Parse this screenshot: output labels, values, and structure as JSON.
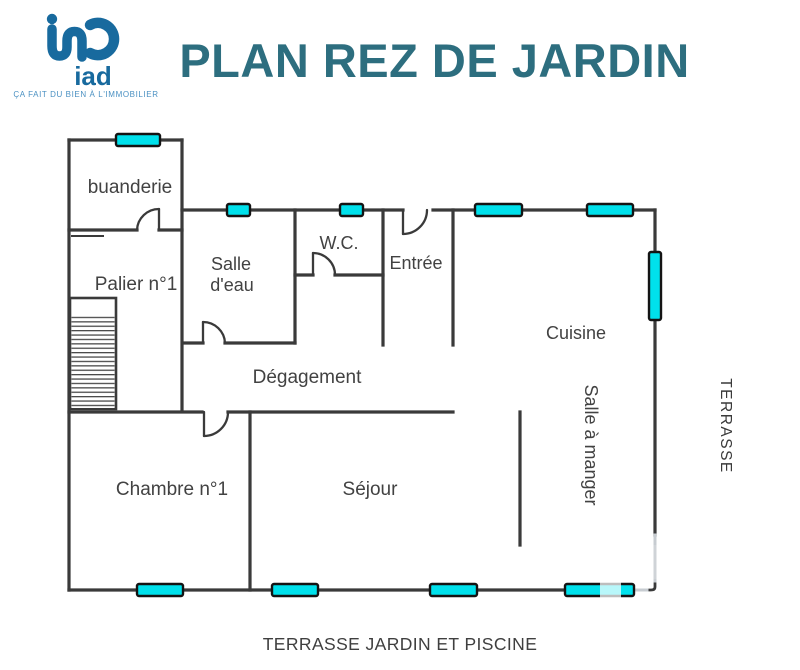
{
  "header": {
    "brand": "iad",
    "tagline": "ÇA FAIT DU BIEN À L'IMMOBILIER",
    "title": "PLAN REZ DE JARDIN"
  },
  "plan": {
    "rooms": {
      "buanderie": "buanderie",
      "palier": "Palier n°1",
      "salle_eau_l1": "Salle",
      "salle_eau_l2": "d'eau",
      "wc": "W.C.",
      "entree": "Entrée",
      "cuisine": "Cuisine",
      "degagement": "Dégagement",
      "chambre": "Chambre n°1",
      "sejour": "Séjour",
      "salle_a_manger": "Salle à manger"
    },
    "outside": {
      "terrasse": "TERRASSE",
      "caption": "TERRASSE JARDIN ET PISCINE"
    }
  },
  "colors": {
    "window_cyan": "#00e1ec",
    "wall": "#3a3a3a",
    "faded_wall": "#c7ccd1",
    "title_teal": "#2d6e7f",
    "logo_blue": "#186a9e",
    "tagline_blue": "#4a90c2",
    "label": "#424242"
  }
}
